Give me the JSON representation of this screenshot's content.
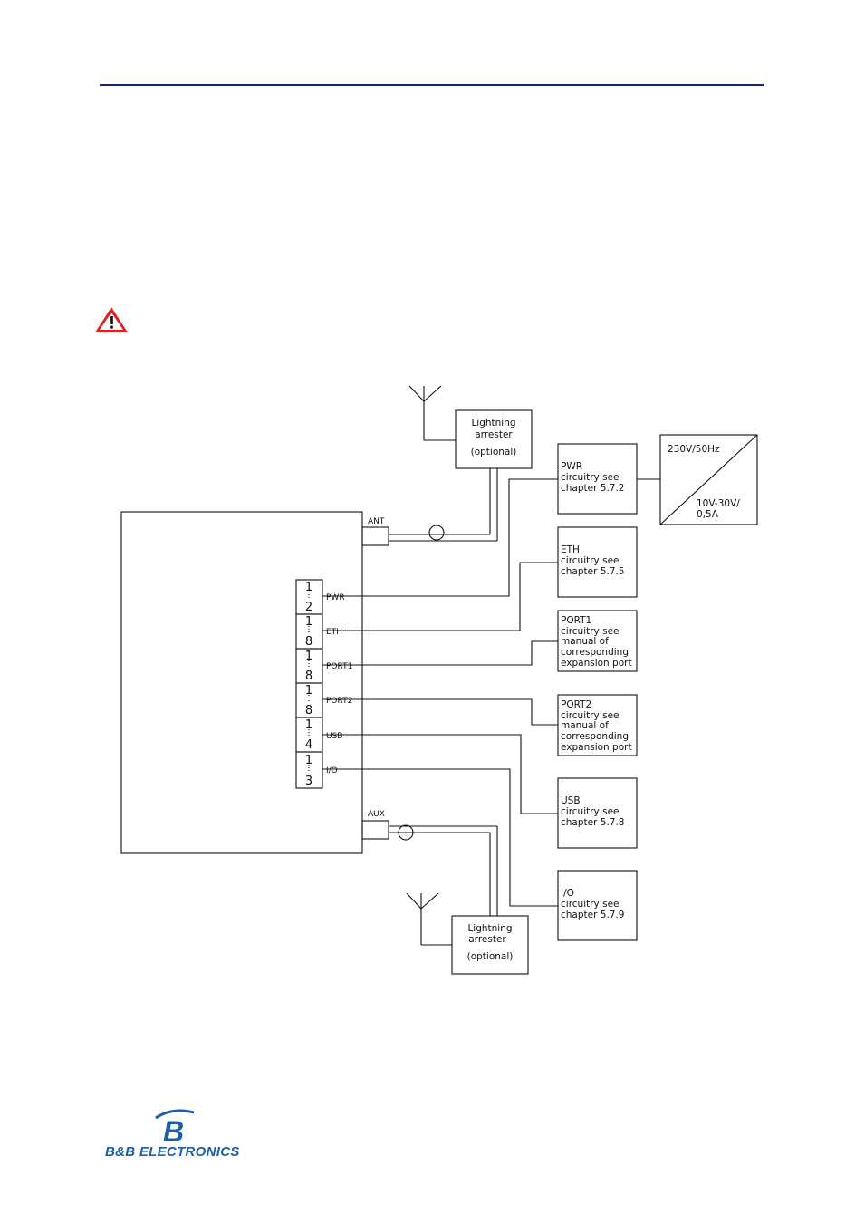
{
  "lightning_top": {
    "line1": "Lightning",
    "line2": "arrester",
    "line3": "(optional)"
  },
  "lightning_bottom": {
    "line1": "Lightning",
    "line2": "arrester",
    "line3": "(optional)"
  },
  "power_supply": {
    "input": "230V/50Hz",
    "output_line1": "10V-30V/",
    "output_line2": "0,5A"
  },
  "ports": {
    "ant": "ANT",
    "pwr": "PWR",
    "eth": "ETH",
    "port1": "PORT1",
    "port2": "PORT2",
    "usb": "USB",
    "io": "I/O",
    "aux": "AUX"
  },
  "pins": [
    {
      "first": "1",
      "last": "2"
    },
    {
      "first": "1",
      "last": "8"
    },
    {
      "first": "1",
      "last": "8"
    },
    {
      "first": "1",
      "last": "8"
    },
    {
      "first": "1",
      "last": "4"
    },
    {
      "first": "1",
      "last": "3"
    }
  ],
  "circuit_boxes": {
    "pwr": [
      "PWR",
      "circuitry see",
      "chapter 5.7.2"
    ],
    "eth": [
      "ETH",
      "circuitry see",
      "chapter 5.7.5"
    ],
    "port1": [
      "PORT1",
      "circuitry see",
      "manual of",
      "corresponding",
      "expansion port"
    ],
    "port2": [
      "PORT2",
      "circuitry see",
      "manual of",
      "corresponding",
      "expansion port"
    ],
    "usb": [
      "USB",
      "circuitry see",
      "chapter 5.7.8"
    ],
    "io": [
      "I/O",
      "circuitry see",
      "chapter 5.7.9"
    ]
  },
  "logo": {
    "text": "B&B ELECTRONICS",
    "letter": "B"
  },
  "colors": {
    "rule": "#1b1f7a",
    "warning": "#e02020",
    "logo_blue": "#1e5fa8"
  }
}
